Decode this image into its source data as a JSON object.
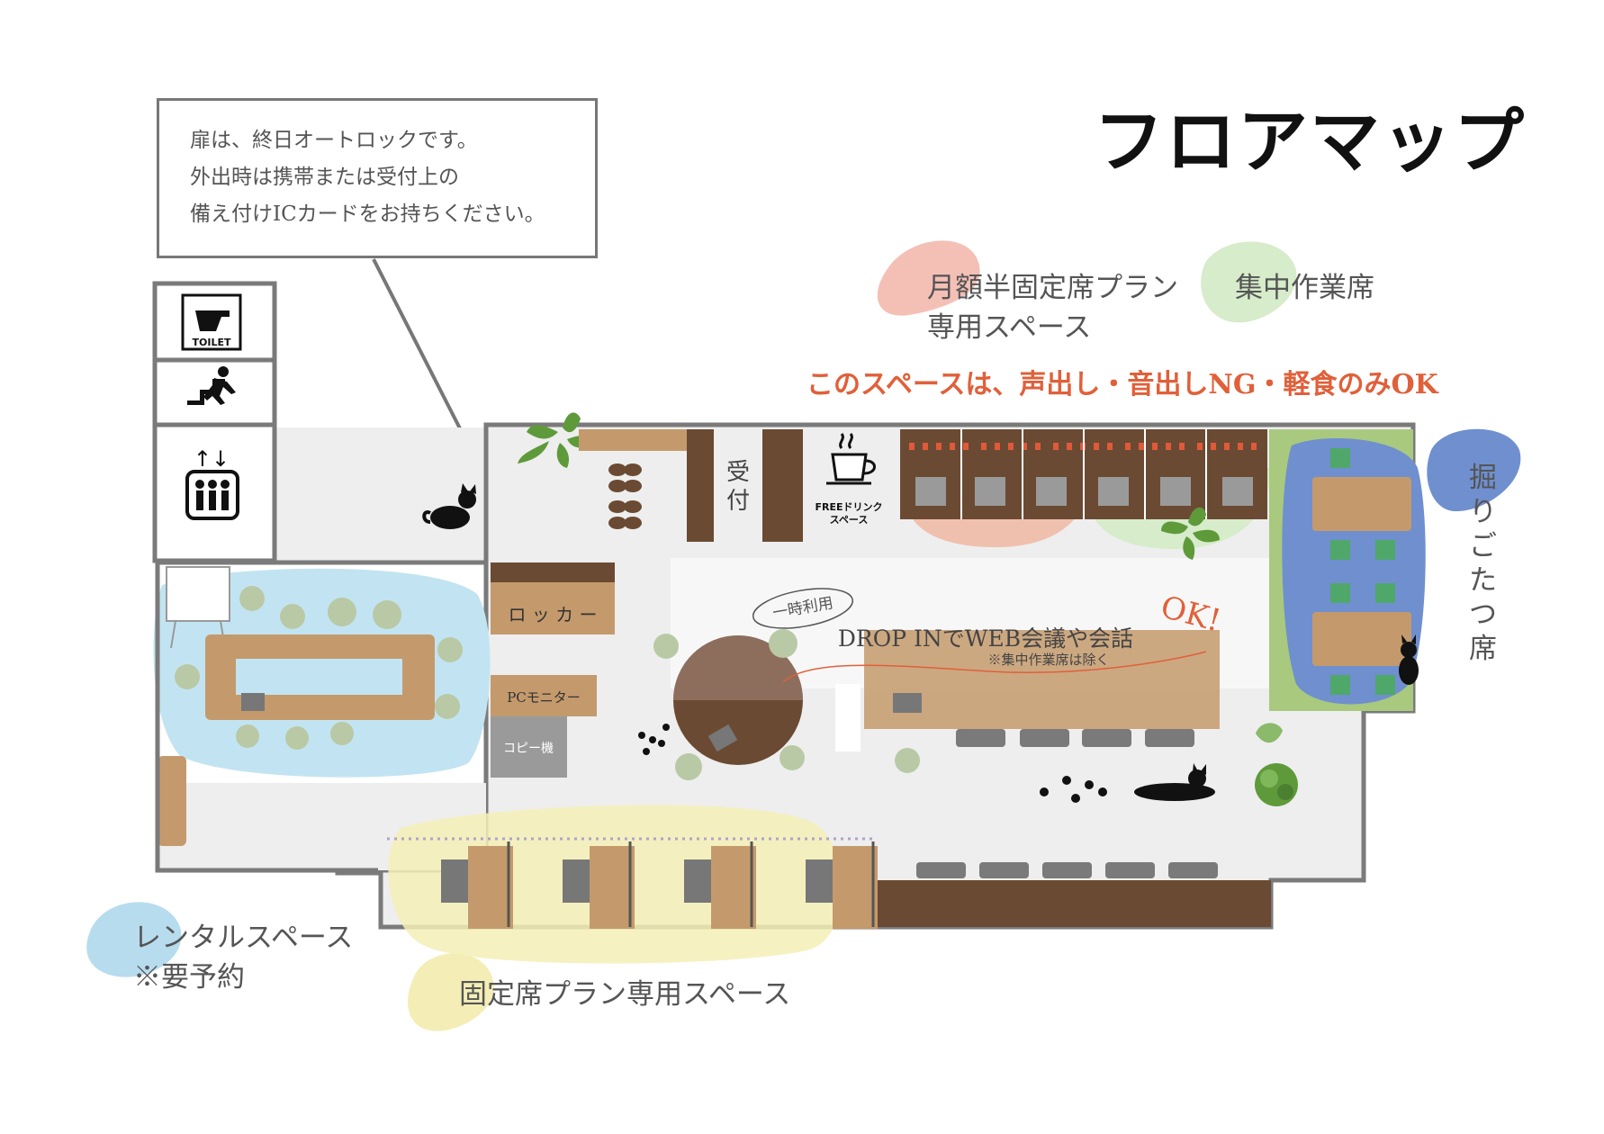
{
  "title": "フロアマップ",
  "notice": {
    "lines": [
      "扉は、終日オートロックです。",
      "外出時は携帯または受付上の",
      "備え付けICカードをお持ちください。"
    ]
  },
  "legend": {
    "semi_fixed": {
      "line1": "月額半固定席プラン",
      "line2": "専用スペース",
      "color": "#f2b8ae"
    },
    "focus": {
      "label": "集中作業席",
      "color": "#cde8c0"
    },
    "horigotatsu": {
      "label": "掘りごたつ席",
      "color": "#6f8fcf"
    },
    "rental": {
      "line1": "レンタルスペース",
      "line2": "※要予約",
      "color": "#b7dcee"
    },
    "fixed": {
      "label": "固定席プラン専用スペース",
      "color": "#f2ecb2"
    }
  },
  "warning": "このスペースは、声出し・音出しNG・軽食のみOK",
  "map": {
    "toilet_label": "TOILET",
    "reception": "受付",
    "free_drink_line1": "FREEドリンク",
    "free_drink_line2": "スペース",
    "locker": "ロッカー",
    "pc_monitor": "PCモニター",
    "copier": "コピー機",
    "dropin_tag": "一時利用",
    "dropin_main": "DROP INでWEB会議や会話",
    "dropin_note": "※集中作業席は除く",
    "ok_mark": "OK!"
  },
  "icons": [
    "toilet-icon",
    "emergency-exit-icon",
    "elevator-icon",
    "coffee-cup-icon",
    "cat-icon",
    "paw-print-icon",
    "plant-icon",
    "person-icon",
    "laptop-icon",
    "whiteboard-icon"
  ]
}
